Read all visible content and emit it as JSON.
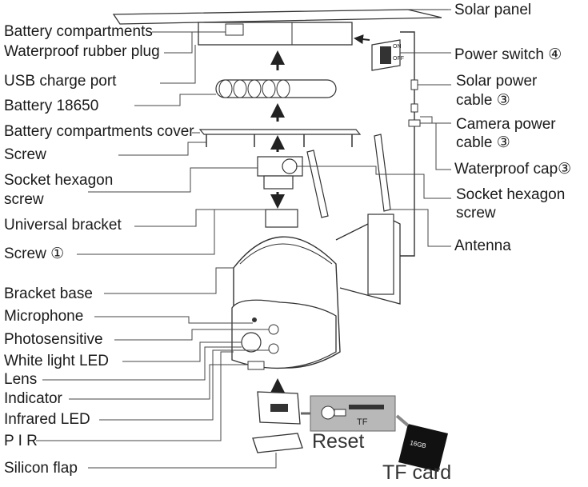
{
  "left_labels": [
    "Battery compartments",
    "Waterproof rubber plug",
    "USB charge port",
    "Battery 18650",
    "Battery compartments cover",
    "Screw",
    "Socket hexagon",
    "screw",
    "Universal bracket",
    "Screw ①",
    "Bracket base",
    "Microphone",
    "Photosensitive",
    "White light LED",
    "Lens",
    "Indicator",
    "Infrared LED",
    "P I R",
    "Silicon flap"
  ],
  "right_labels": [
    "Solar panel",
    "Power switch ④",
    "Solar power",
    "cable ③",
    "Camera power",
    "cable ③",
    "Waterproof cap③",
    "Socket hexagon",
    "screw",
    "Antenna"
  ],
  "bottom_labels": {
    "reset": "Reset",
    "tf_card": "TF card"
  },
  "inset": {
    "slot_label": "TF",
    "card_text": "16GB",
    "switch_on": "ON",
    "switch_off": "OFF"
  },
  "colors": {
    "line": "#333333",
    "panel_gray": "#b8b8b8",
    "card_black": "#111111"
  }
}
